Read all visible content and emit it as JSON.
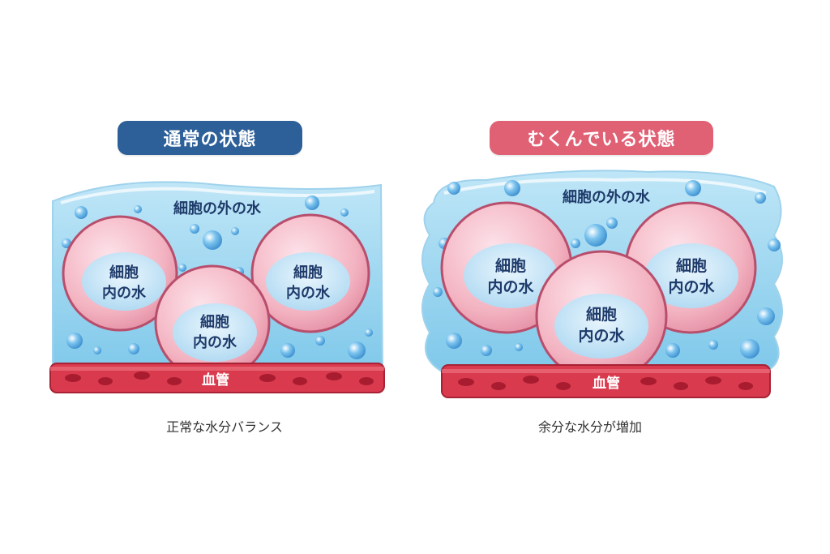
{
  "colors": {
    "normal_badge": "#2d5f98",
    "swollen_badge": "#e06074",
    "water": "#8fd0ee",
    "water_light": "#c7e9f8",
    "cell": "#f3b3c1",
    "cell_outline": "#b84e6c",
    "vessel": "#d93a4e",
    "text_dark": "#1e3a6a"
  },
  "normal": {
    "title": "通常の状態",
    "outside_water_label": "細胞の外の水",
    "cells": [
      {
        "line1": "細胞",
        "line2": "内の水"
      },
      {
        "line1": "細胞",
        "line2": "内の水"
      },
      {
        "line1": "細胞",
        "line2": "内の水"
      }
    ],
    "vessel_label": "血管",
    "caption": "正常な水分バランス"
  },
  "swollen": {
    "title": "むくんでいる状態",
    "outside_water_label": "細胞の外の水",
    "cells": [
      {
        "line1": "細胞",
        "line2": "内の水"
      },
      {
        "line1": "細胞",
        "line2": "内の水"
      },
      {
        "line1": "細胞",
        "line2": "内の水"
      }
    ],
    "vessel_label": "血管",
    "caption": "余分な水分が増加"
  }
}
